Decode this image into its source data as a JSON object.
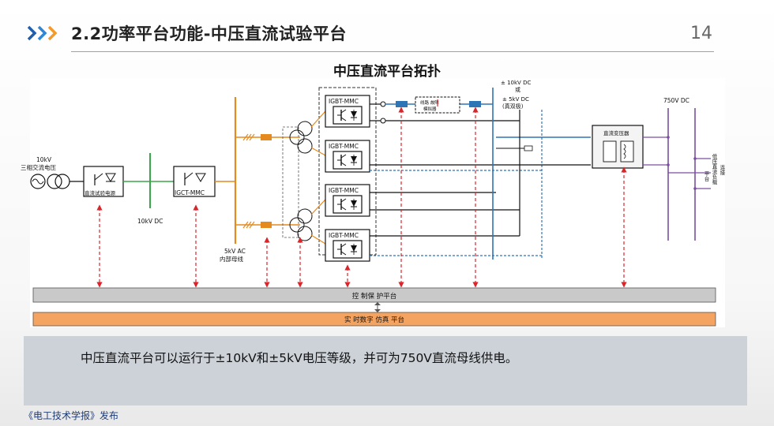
{
  "header": {
    "title": "2.2功率平台功能-中压直流试验平台",
    "page_number": "14"
  },
  "figure": {
    "title": "中压直流平台拓扑",
    "labels": {
      "source": "10kV\n三相交流电压",
      "dc_test_source": "直流试验电源",
      "igct_mmc": "IGCT-MMC",
      "dc_10kv": "10kV DC",
      "ac_5kv_bus": "5kV AC\n内部母线",
      "igbt_mmc": "IGBT-MMC",
      "line_fault_sim": "线路 故障\n模拟器",
      "voltage_level": "± 10kV DC\n或\n± 5kV DC\n(真双极)",
      "dc_transformer": "直流变压器",
      "dc_750v": "750V DC",
      "load_platform": "连接\n低压直流负载\n平台",
      "control_platform": "控 制保 护平台",
      "simulation_platform": "实 时数字 仿真 平台"
    }
  },
  "summary": "中压直流平台可以运行于±10kV和±5kV电压等级，并可为750V直流母线供电。",
  "footer": "《电工技术学报》发布",
  "colors": {
    "accent_blue": "#2e75b6",
    "accent_orange": "#f39a2b",
    "red_dash": "#d9262c",
    "green_dc": "#3aa64a",
    "ac_bus_orange": "#e58a1e",
    "purple_750v": "#7a4fa0",
    "sim_bar": "#f4a460",
    "control_bar": "#c9c9c9"
  }
}
